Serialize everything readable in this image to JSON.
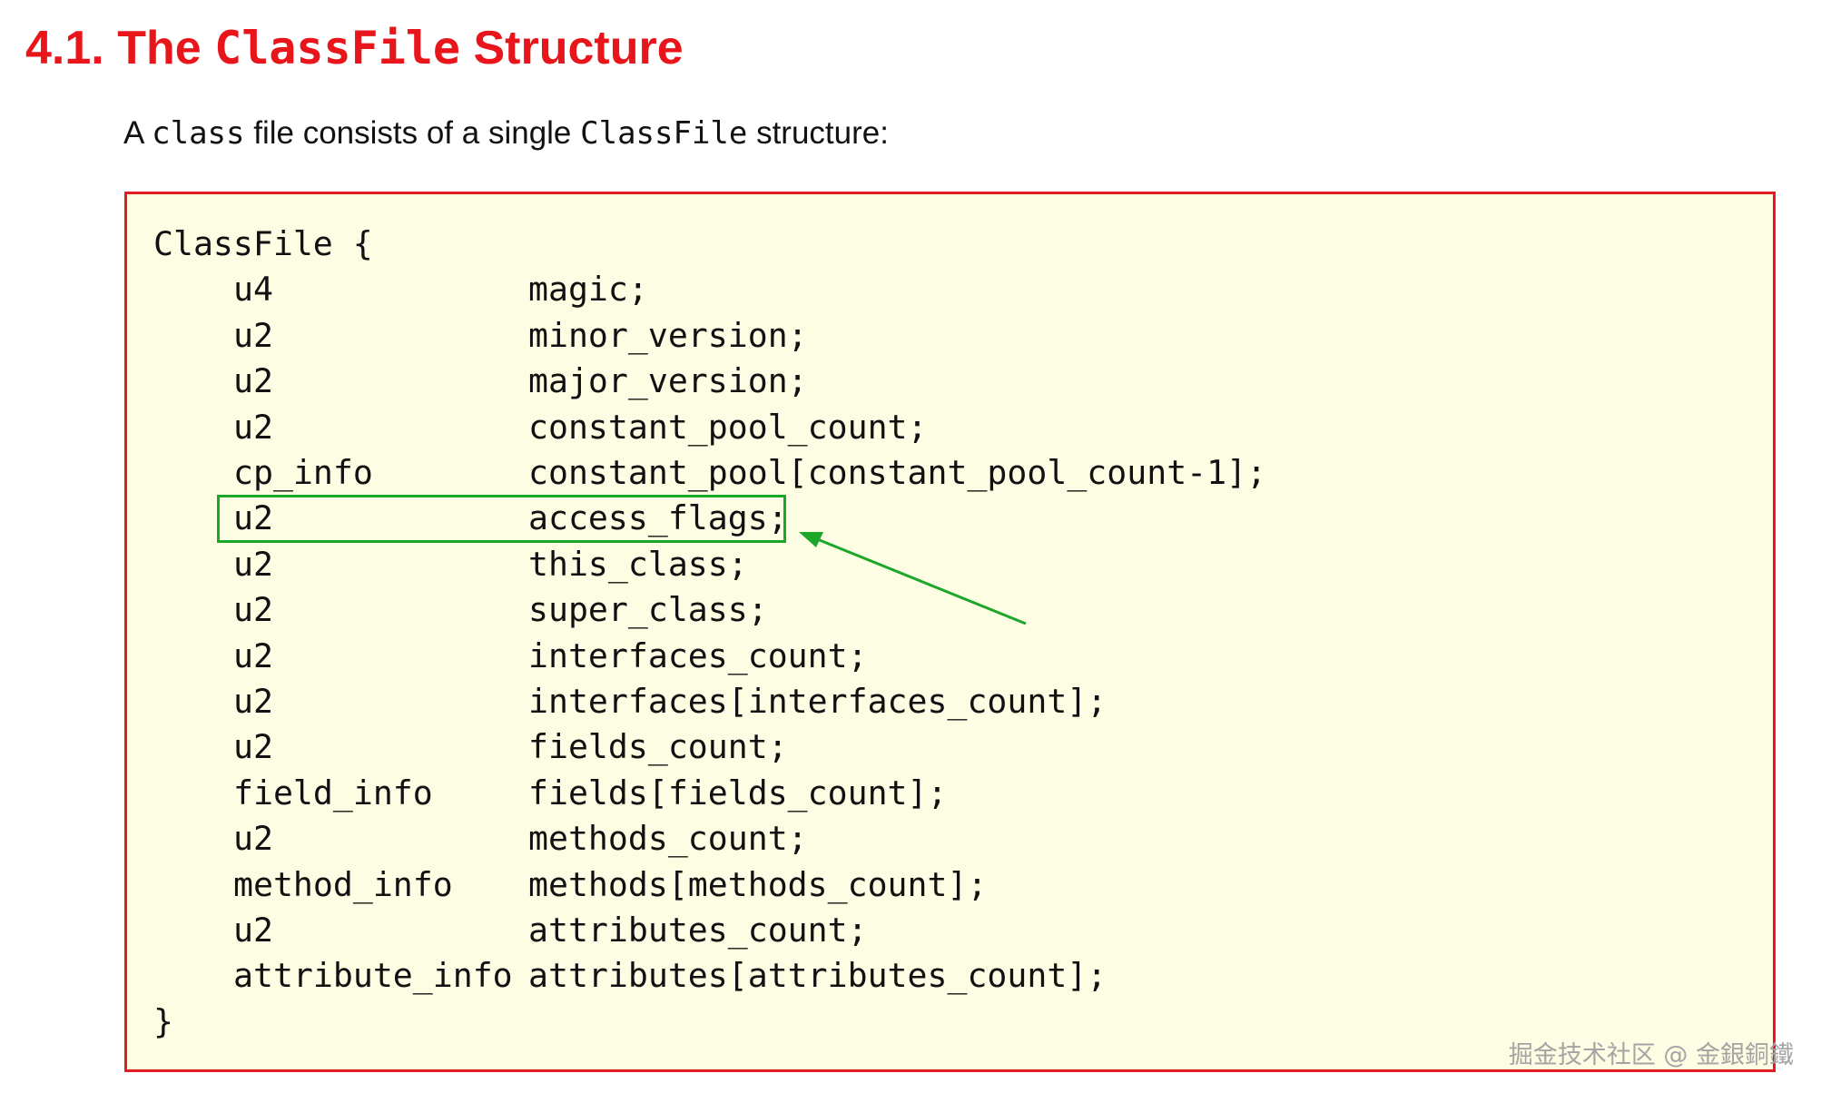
{
  "heading": {
    "number": "4.1.",
    "the": "The",
    "mono_word": "ClassFile",
    "rest": "Structure"
  },
  "intro": {
    "part1": "A ",
    "mono1": "class",
    "part2": " file consists of a single ",
    "mono2": "ClassFile",
    "part3": " structure:"
  },
  "code": {
    "open": "ClassFile {",
    "close": "}",
    "fields": [
      {
        "type": "u4",
        "name": "magic;"
      },
      {
        "type": "u2",
        "name": "minor_version;"
      },
      {
        "type": "u2",
        "name": "major_version;"
      },
      {
        "type": "u2",
        "name": "constant_pool_count;"
      },
      {
        "type": "cp_info",
        "name": "constant_pool[constant_pool_count-1];"
      },
      {
        "type": "u2",
        "name": "access_flags;"
      },
      {
        "type": "u2",
        "name": "this_class;"
      },
      {
        "type": "u2",
        "name": "super_class;"
      },
      {
        "type": "u2",
        "name": "interfaces_count;"
      },
      {
        "type": "u2",
        "name": "interfaces[interfaces_count];"
      },
      {
        "type": "u2",
        "name": "fields_count;"
      },
      {
        "type": "field_info",
        "name": "fields[fields_count];"
      },
      {
        "type": "u2",
        "name": "methods_count;"
      },
      {
        "type": "method_info",
        "name": "methods[methods_count];"
      },
      {
        "type": "u2",
        "name": "attributes_count;"
      },
      {
        "type": "attribute_info",
        "name": "attributes[attributes_count];"
      }
    ]
  },
  "highlight": {
    "field": "access_flags;",
    "color": "#1ca72b"
  },
  "colors": {
    "heading": "#e8151b",
    "box_border": "#e61a22",
    "box_background": "#fdfde3"
  },
  "watermark": "掘金技术社区 @ 金銀銅鐵"
}
